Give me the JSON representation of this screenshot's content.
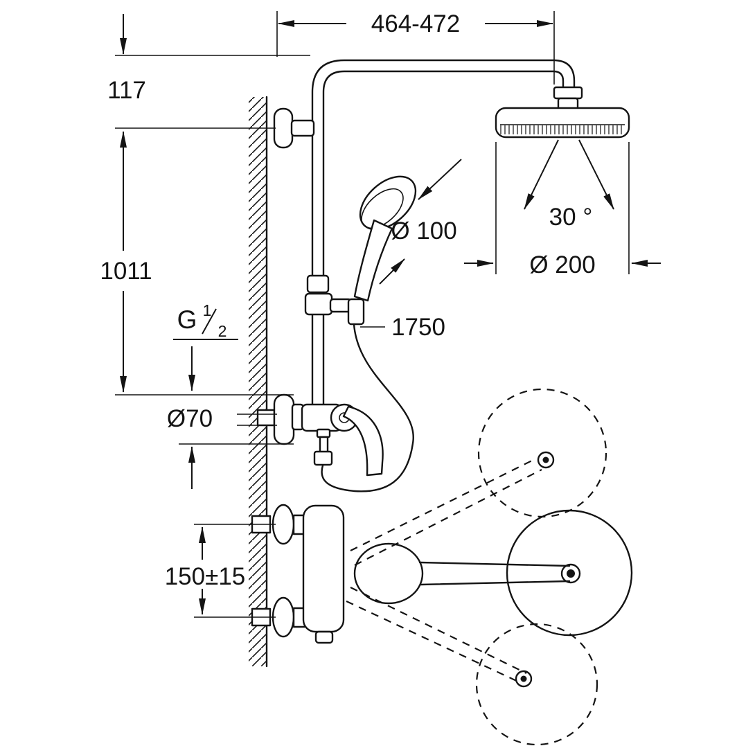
{
  "drawing": {
    "labels": {
      "width_range": "464-472",
      "offset_top": "117",
      "height": "1011",
      "thread_g": "G",
      "thread_num": "1",
      "thread_den": "2",
      "flange_dia": "Ø70",
      "hand_shower_dia": "Ø 100",
      "hose_length": "1750",
      "spray_angle": "30 °",
      "head_dia": "Ø 200",
      "inlet_spacing": "150±15"
    },
    "colors": {
      "line": "#141414",
      "background": "#ffffff"
    }
  }
}
